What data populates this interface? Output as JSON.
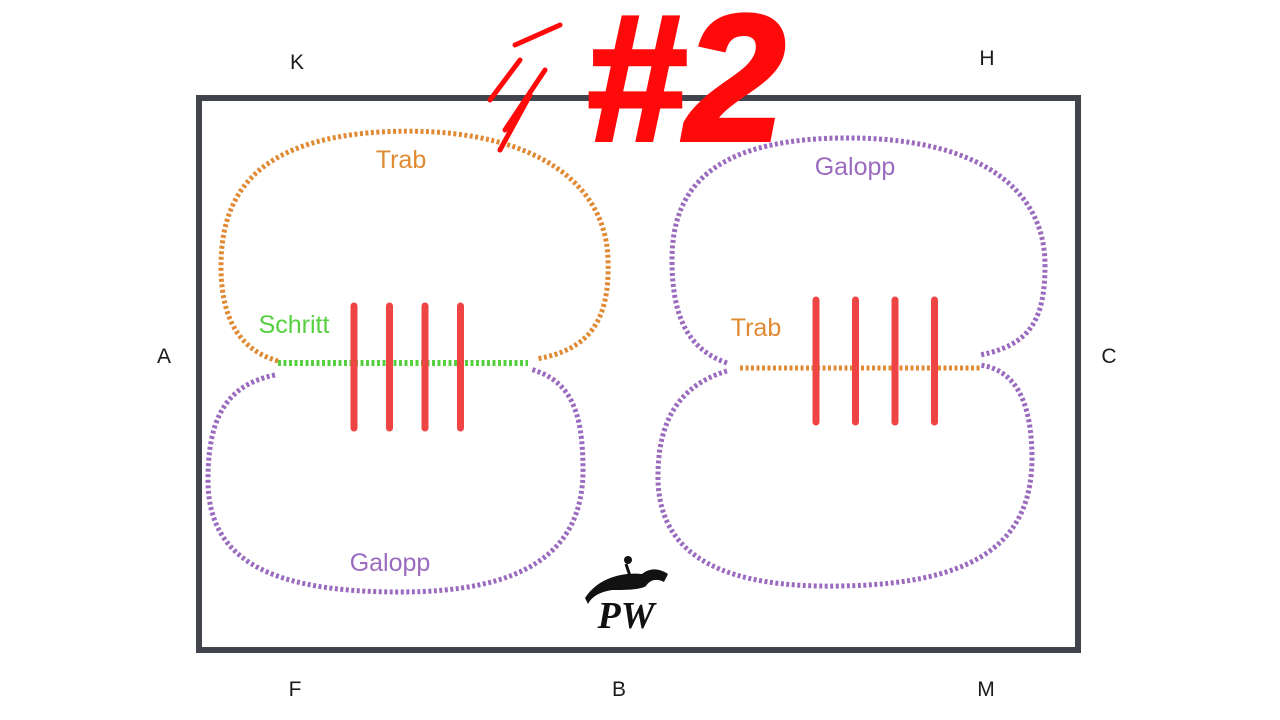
{
  "title": "#2",
  "arena": {
    "letters": {
      "K": "K",
      "H": "H",
      "A": "A",
      "C": "C",
      "F": "F",
      "B": "B",
      "M": "M"
    }
  },
  "figures": {
    "left_top": {
      "label": "Trab"
    },
    "left_mid": {
      "label": "Schritt"
    },
    "left_bottom": {
      "label": "Galopp"
    },
    "right_top": {
      "label": "Galopp"
    },
    "right_mid": {
      "label": "Trab"
    }
  },
  "poles": {
    "left_count": 4,
    "right_count": 4
  },
  "logo": {
    "text": "PW"
  },
  "colors": {
    "trab": "#e08a33",
    "galopp": "#9b6bbf",
    "schritt": "#55d13f",
    "poles": "#ef4444",
    "fence": "#41444d",
    "title": "#ff0a0a"
  }
}
